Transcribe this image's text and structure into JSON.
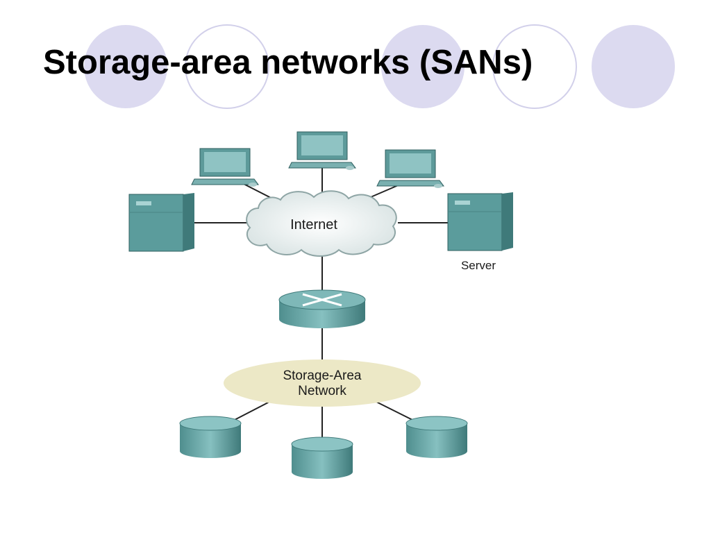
{
  "slide": {
    "title": "Storage-area networks (SANs)"
  },
  "diagram": {
    "cloud_label": "Internet",
    "server_label": "Server",
    "san_label_line1": "Storage-Area",
    "san_label_line2": "Network"
  },
  "colors": {
    "circle_fill": "#dcdaf0",
    "circle_stroke": "#c8c6e6",
    "device_teal": "#5b9c9c",
    "device_dark": "#3f7a7a",
    "cloud_fill": "#ffffff",
    "cloud_stroke": "#8ea5a5",
    "san_ellipse": "#ece8c6",
    "line": "#222222"
  }
}
